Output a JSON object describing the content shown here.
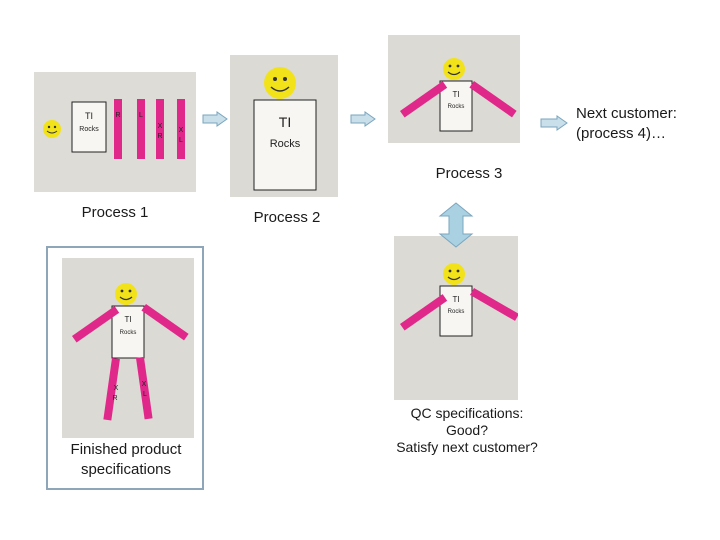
{
  "steps": {
    "process1": "Process 1",
    "process2": "Process 2",
    "process3": "Process 3",
    "next": [
      "Next customer:",
      "(process 4)…"
    ],
    "finished": [
      "Finished product",
      "specifications"
    ],
    "qc": [
      "QC specifications:",
      "Good?",
      "Satisfy next customer?"
    ]
  },
  "card_text": [
    "TI",
    "Rocks"
  ],
  "limb_marks": {
    "left_arm": "R",
    "right_arm": "L",
    "leg_left": [
      "X",
      "R"
    ],
    "leg_right": [
      "X",
      "L"
    ]
  },
  "colors": {
    "limb": "#e0288a",
    "face": "#f2e21a",
    "arrow_fill": "#c9dfe9",
    "arrow_stroke": "#7ba6bf",
    "qc_arrow": "#a9d1e2"
  }
}
